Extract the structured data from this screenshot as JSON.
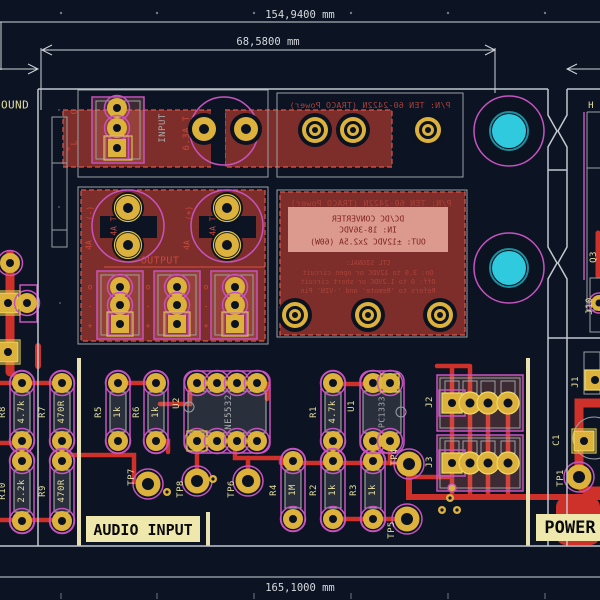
{
  "dimensions": {
    "width_outer": "154,9400 mm",
    "width_module": "68,5800 mm",
    "width_board": "165,1000 mm"
  },
  "section_labels": {
    "audio_input": "AUDIO INPUT",
    "power": "POWER",
    "left_partial": "OUND",
    "right_partial": "H"
  },
  "input_connector": {
    "label": "INPUT",
    "fuse": "6.3A T",
    "pin_c": "C",
    "pin_l": "L",
    "plus": "+",
    "minus": "-"
  },
  "output_section": {
    "label": "OUTPUT",
    "fuse_left_polarity": "(-)",
    "fuse_right_polarity": "(+)",
    "fuse_left_rating": "4A T",
    "fuse_right_rating": "4A T",
    "fuse_left_rating2": "4A",
    "fuse_right_rating2": "4A",
    "pin_open": "o",
    "pin_minus": "-",
    "pin_plus": "+"
  },
  "traco": {
    "part_title": "P/N: TEN 60-2422N (TRACO Power)",
    "spec_lines": [
      "DC/DC CONVERTER",
      "IN: 18-36VDC",
      "OUT: ±12VDC 2x2.5A (60W)"
    ],
    "ctl_lines": [
      "CTL SIGNAL:",
      "On: 3.0 to 12VDC or open circuit",
      "Off: 0 to 1.2VDC or short circuit",
      "Refers to 'Remote' and '-VIN' Pin"
    ]
  },
  "components": {
    "r1": {
      "ref": "R1",
      "value": "4.7k"
    },
    "r2": {
      "ref": "R2",
      "value": "1k"
    },
    "r3": {
      "ref": "R3",
      "value": "1k"
    },
    "r4": {
      "ref": "R4",
      "value": "1M"
    },
    "r5": {
      "ref": "R5",
      "value": "1k"
    },
    "r6": {
      "ref": "R6",
      "value": "1k"
    },
    "r7": {
      "ref": "R7",
      "value": "470R"
    },
    "r8": {
      "ref": "R8",
      "value": "4.7k"
    },
    "r9": {
      "ref": "R9",
      "value": "470R"
    },
    "r10": {
      "ref": "R10",
      "value": "2.2k"
    },
    "u1": {
      "ref": "U1",
      "value": "PC1333"
    },
    "u2": {
      "ref": "U2",
      "value": "NE5532"
    },
    "c1": {
      "ref": "C1"
    },
    "q3": {
      "ref": "Q3"
    },
    "j1": {
      "ref": "J1"
    },
    "j2": {
      "ref": "J2"
    },
    "j3": {
      "ref": "J3"
    },
    "j10": {
      "ref": "J10"
    }
  },
  "test_points": {
    "tp1": "TP1",
    "tp4": "TP4",
    "tp5": "TP5",
    "tp6": "TP6",
    "tp7": "TP7",
    "tp8": "TP8"
  },
  "colors": {
    "background": "#0c1322",
    "copper_trace": "#ce3129",
    "copper_zone": "#7e2e2a",
    "pad_gold": "#dcb13c",
    "silkscreen_cream": "#e5dfa0",
    "silkscreen_red": "#c8483c",
    "fab_gray": "#9aa0a4",
    "mask_magenta": "#c653c0",
    "hole_cyan": "#2fcadd",
    "edge_gray": "#c2c8ce",
    "label_box": "#efe8ac"
  }
}
